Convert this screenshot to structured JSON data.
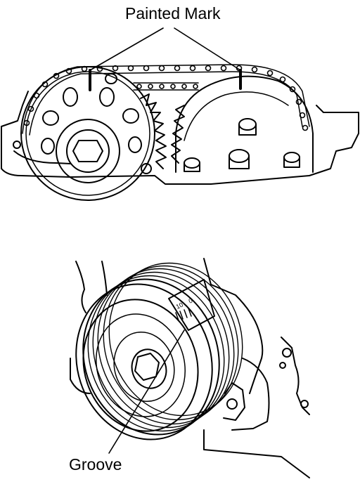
{
  "labels": {
    "painted_mark": "Painted Mark",
    "groove": "Groove"
  },
  "scale_marks": {
    "ten": "10",
    "zero": "0"
  },
  "colors": {
    "ink": "#000000",
    "paper": "#ffffff"
  }
}
